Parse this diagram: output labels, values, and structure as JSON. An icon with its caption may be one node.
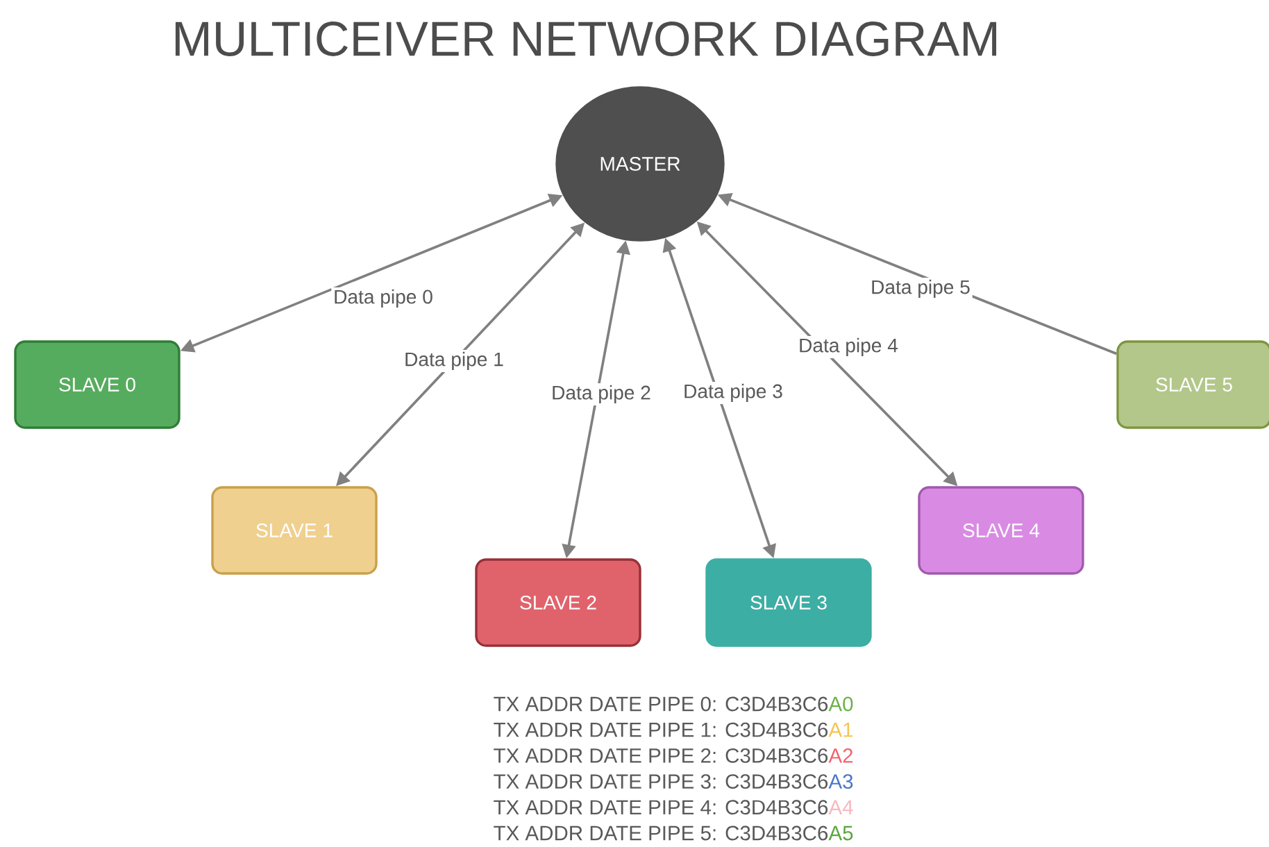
{
  "diagram": {
    "title": "MULTICEIVER NETWORK DIAGRAM",
    "nodes": [
      {
        "text": [
          "MASTER"
        ]
      },
      {
        "text": [
          "SLAVE 0"
        ]
      },
      {
        "text": [
          "SLAVE 1"
        ]
      },
      {
        "text": [
          "SLAVE 2"
        ]
      },
      {
        "text": [
          "SLAVE 3"
        ]
      },
      {
        "text": [
          "SLAVE 4"
        ]
      },
      {
        "text": [
          "SLAVE 5"
        ]
      }
    ],
    "edges": [
      {
        "from": 0,
        "to": 1,
        "arrow": "both",
        "label": "Data pipe 0"
      },
      {
        "from": 0,
        "to": 2,
        "arrow": "both",
        "label": "Data pipe 1"
      },
      {
        "from": 0,
        "to": 3,
        "arrow": "both",
        "label": "Data pipe 2"
      },
      {
        "from": 0,
        "to": 4,
        "arrow": "both",
        "label": "Data pipe 3"
      },
      {
        "from": 0,
        "to": 5,
        "arrow": "both",
        "label": "Data pipe 4"
      },
      {
        "from": 6,
        "to": 0,
        "arrow": "to",
        "label": "Data pipe 5"
      }
    ],
    "labels": [
      "TX ADDR DATE PIPE 0: C3D4B3C6",
      "A0",
      "TX ADDR DATE PIPE 1: C3D4B3C6",
      "A1",
      "TX ADDR DATE PIPE 2: C3D4B3C6",
      "A2",
      "TX ADDR DATE PIPE 3: C3D4B3C6",
      "A3",
      "TX ADDR DATE PIPE 4: C3D4B3C6",
      "A4",
      "TX ADDR DATE PIPE 5: C3D4B3C6",
      "A5"
    ]
  }
}
